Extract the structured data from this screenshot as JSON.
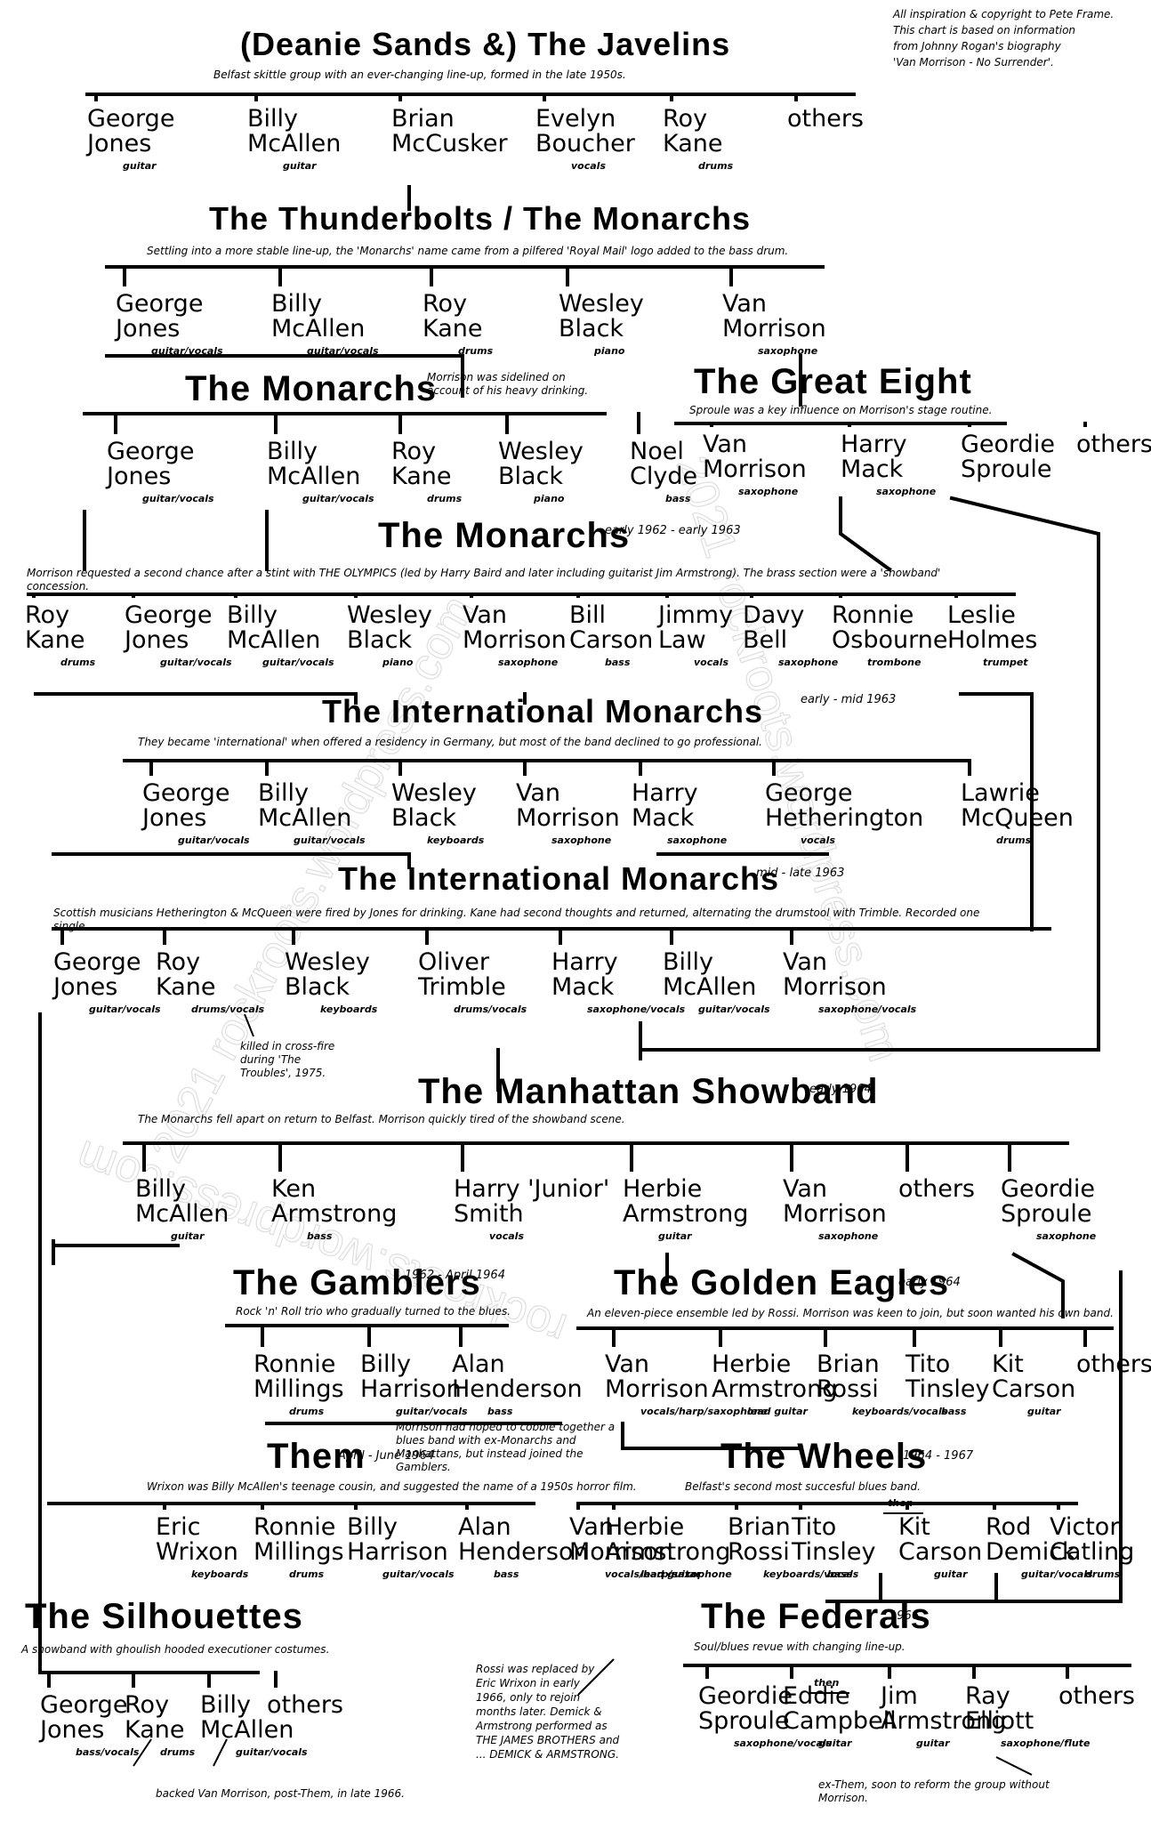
{
  "credit": [
    "All inspiration & copyright to Pete Frame.",
    "This chart is based on information",
    "from Johnny Rogan's biography",
    "'Van Morrison - No Surrender'."
  ],
  "watermark": {
    "text1": "2021 rockroots.wordpress.com",
    "text2": "rockroots.wordpress.com"
  },
  "sections": [
    {
      "id": "javelins",
      "title": "(Deanie Sands &) The Javelins",
      "desc": "Belfast skittle group with an ever-changing line-up, formed in the late 1950s.",
      "members": [
        {
          "l1": "George",
          "l2": "Jones",
          "inst": "guitar"
        },
        {
          "l1": "Billy",
          "l2": "McAllen",
          "inst": "guitar"
        },
        {
          "l1": "Brian",
          "l2": "McCusker",
          "inst": ""
        },
        {
          "l1": "Evelyn",
          "l2": "Boucher",
          "inst": "vocals"
        },
        {
          "l1": "Roy",
          "l2": "Kane",
          "inst": "drums"
        },
        {
          "l1": "others",
          "l2": "",
          "inst": ""
        }
      ]
    },
    {
      "id": "thunderbolts",
      "title": "The Thunderbolts / The Monarchs",
      "desc": "Settling into a more stable line-up, the 'Monarchs' name came from a pilfered 'Royal Mail' logo added to the bass drum.",
      "members": [
        {
          "l1": "George",
          "l2": "Jones",
          "inst": "guitar/vocals"
        },
        {
          "l1": "Billy",
          "l2": "McAllen",
          "inst": "guitar/vocals"
        },
        {
          "l1": "Roy",
          "l2": "Kane",
          "inst": "drums"
        },
        {
          "l1": "Wesley",
          "l2": "Black",
          "inst": "piano"
        },
        {
          "l1": "Van",
          "l2": "Morrison",
          "inst": "saxophone"
        }
      ]
    },
    {
      "id": "monarchs1",
      "title": "The Monarchs",
      "desc": "Morrison was sidelined on account of his heavy drinking.",
      "members": [
        {
          "l1": "George",
          "l2": "Jones",
          "inst": "guitar/vocals"
        },
        {
          "l1": "Billy",
          "l2": "McAllen",
          "inst": "guitar/vocals"
        },
        {
          "l1": "Roy",
          "l2": "Kane",
          "inst": "drums"
        },
        {
          "l1": "Wesley",
          "l2": "Black",
          "inst": "piano"
        },
        {
          "l1": "Noel",
          "l2": "Clyde",
          "inst": "bass"
        }
      ]
    },
    {
      "id": "greateight",
      "title": "The Great Eight",
      "desc": "Sproule was a key influence on Morrison's stage routine.",
      "members": [
        {
          "l1": "Van",
          "l2": "Morrison",
          "inst": "saxophone"
        },
        {
          "l1": "Harry",
          "l2": "Mack",
          "inst": "saxophone"
        },
        {
          "l1": "Geordie",
          "l2": "Sproule",
          "inst": ""
        },
        {
          "l1": "others",
          "l2": "",
          "inst": ""
        }
      ]
    },
    {
      "id": "monarchs2",
      "title": "The Monarchs",
      "date": "early 1962 - early 1963",
      "desc": "Morrison requested a second chance after a stint with THE OLYMPICS (led by Harry Baird and later including guitarist Jim Armstrong). The brass section were a 'showband' concession.",
      "members": [
        {
          "l1": "Roy",
          "l2": "Kane",
          "inst": "drums"
        },
        {
          "l1": "George",
          "l2": "Jones",
          "inst": "guitar/vocals"
        },
        {
          "l1": "Billy",
          "l2": "McAllen",
          "inst": "guitar/vocals"
        },
        {
          "l1": "Wesley",
          "l2": "Black",
          "inst": "piano"
        },
        {
          "l1": "Van",
          "l2": "Morrison",
          "inst": "saxophone"
        },
        {
          "l1": "Bill",
          "l2": "Carson",
          "inst": "bass"
        },
        {
          "l1": "Jimmy",
          "l2": "Law",
          "inst": "vocals"
        },
        {
          "l1": "Davy",
          "l2": "Bell",
          "inst": "saxophone"
        },
        {
          "l1": "Ronnie",
          "l2": "Osbourne",
          "inst": "trombone"
        },
        {
          "l1": "Leslie",
          "l2": "Holmes",
          "inst": "trumpet"
        }
      ]
    },
    {
      "id": "intl1",
      "title": "The International Monarchs",
      "date": "early - mid 1963",
      "desc": "They became 'international' when offered a residency in Germany, but most of the band declined to go professional.",
      "members": [
        {
          "l1": "George",
          "l2": "Jones",
          "inst": "guitar/vocals"
        },
        {
          "l1": "Billy",
          "l2": "McAllen",
          "inst": "guitar/vocals"
        },
        {
          "l1": "Wesley",
          "l2": "Black",
          "inst": "keyboards"
        },
        {
          "l1": "Van",
          "l2": "Morrison",
          "inst": "saxophone"
        },
        {
          "l1": "Harry",
          "l2": "Mack",
          "inst": "saxophone"
        },
        {
          "l1": "George",
          "l2": "Hetherington",
          "inst": "vocals"
        },
        {
          "l1": "Lawrie",
          "l2": "McQueen",
          "inst": "drums"
        }
      ]
    },
    {
      "id": "intl2",
      "title": "The International Monarchs",
      "date": "mid - late 1963",
      "desc": "Scottish musicians Hetherington & McQueen were fired by Jones for drinking. Kane had second thoughts and returned, alternating the drumstool with Trimble. Recorded one single.",
      "members": [
        {
          "l1": "George",
          "l2": "Jones",
          "inst": "guitar/vocals"
        },
        {
          "l1": "Roy",
          "l2": "Kane",
          "inst": "drums/vocals"
        },
        {
          "l1": "Wesley",
          "l2": "Black",
          "inst": "keyboards"
        },
        {
          "l1": "Oliver",
          "l2": "Trimble",
          "inst": "drums/vocals"
        },
        {
          "l1": "Harry",
          "l2": "Mack",
          "inst": "saxophone/vocals"
        },
        {
          "l1": "Billy",
          "l2": "McAllen",
          "inst": "guitar/vocals"
        },
        {
          "l1": "Van",
          "l2": "Morrison",
          "inst": "saxophone/vocals"
        }
      ],
      "note": "killed in cross-fire during 'The Troubles', 1975."
    },
    {
      "id": "manhattan",
      "title": "The Manhattan Showband",
      "date": "early 1964",
      "desc": "The Monarchs fell apart on return to Belfast. Morrison quickly tired of the showband scene.",
      "members": [
        {
          "l1": "Billy",
          "l2": "McAllen",
          "inst": "guitar"
        },
        {
          "l1": "Ken",
          "l2": "Armstrong",
          "inst": "bass"
        },
        {
          "l1": "Harry 'Junior'",
          "l2": "Smith",
          "inst": "vocals"
        },
        {
          "l1": "Herbie",
          "l2": "Armstrong",
          "inst": "guitar"
        },
        {
          "l1": "Van",
          "l2": "Morrison",
          "inst": "saxophone"
        },
        {
          "l1": "others",
          "l2": "",
          "inst": ""
        },
        {
          "l1": "Geordie",
          "l2": "Sproule",
          "inst": "saxophone"
        }
      ]
    },
    {
      "id": "gamblers",
      "title": "The Gamblers",
      "date": "1962 - April 1964",
      "desc": "Rock 'n' Roll trio who gradually turned to the blues.",
      "members": [
        {
          "l1": "Ronnie",
          "l2": "Millings",
          "inst": "drums"
        },
        {
          "l1": "Billy",
          "l2": "Harrison",
          "inst": "guitar/vocals"
        },
        {
          "l1": "Alan",
          "l2": "Henderson",
          "inst": "bass"
        }
      ]
    },
    {
      "id": "goldeneagles",
      "title": "The Golden Eagles",
      "date": "early 1964",
      "desc": "An eleven-piece ensemble led by Rossi. Morrison was keen to join, but soon wanted his own band.",
      "members": [
        {
          "l1": "Van",
          "l2": "Morrison",
          "inst": "vocals/harp/saxophone"
        },
        {
          "l1": "Herbie",
          "l2": "Armstrong",
          "inst": "lead guitar"
        },
        {
          "l1": "Brian",
          "l2": "Rossi",
          "inst": "keyboards/vocals"
        },
        {
          "l1": "Tito",
          "l2": "Tinsley",
          "inst": "bass"
        },
        {
          "l1": "Kit",
          "l2": "Carson",
          "inst": "guitar"
        },
        {
          "l1": "others",
          "l2": "",
          "inst": ""
        }
      ]
    },
    {
      "id": "them",
      "title": "Them",
      "date": "April - June 1964",
      "desc": "Wrixon was Billy McAllen's teenage cousin, and suggested the name of a 1950s horror film.",
      "note": "Morrison had hoped to cobble together a blues band with ex-Monarchs and Manhattans, but instead joined the Gamblers.",
      "members": [
        {
          "l1": "Eric",
          "l2": "Wrixon",
          "inst": "keyboards"
        },
        {
          "l1": "Ronnie",
          "l2": "Millings",
          "inst": "drums"
        },
        {
          "l1": "Billy",
          "l2": "Harrison",
          "inst": "guitar/vocals"
        },
        {
          "l1": "Alan",
          "l2": "Henderson",
          "inst": "bass"
        },
        {
          "l1": "Van",
          "l2": "Morrison",
          "inst": "vocals/harp/saxophone"
        }
      ]
    },
    {
      "id": "wheels",
      "title": "The Wheels",
      "date": "1964 - 1967",
      "desc": "Belfast's second most succesful blues band.",
      "then": "then",
      "members": [
        {
          "l1": "Herbie",
          "l2": "Armstrong",
          "inst": "lead guitar"
        },
        {
          "l1": "Brian",
          "l2": "Rossi",
          "inst": "keyboards/vocals"
        },
        {
          "l1": "Tito",
          "l2": "Tinsley",
          "inst": "bass"
        },
        {
          "l1": "Kit",
          "l2": "Carson",
          "inst": "guitar"
        },
        {
          "l1": "Rod",
          "l2": "Demick",
          "inst": "guitar/vocals"
        },
        {
          "l1": "Victor",
          "l2": "Catling",
          "inst": "drums"
        }
      ]
    },
    {
      "id": "silhouettes",
      "title": "The Silhouettes",
      "desc": "A showband with ghoulish hooded executioner costumes.",
      "note": "backed Van Morrison, post-Them, in late 1966.",
      "members": [
        {
          "l1": "George",
          "l2": "Jones",
          "inst": "bass/vocals"
        },
        {
          "l1": "Roy",
          "l2": "Kane",
          "inst": "drums"
        },
        {
          "l1": "Billy",
          "l2": "McAllen",
          "inst": "guitar/vocals"
        },
        {
          "l1": "others",
          "l2": "",
          "inst": ""
        }
      ]
    },
    {
      "id": "federals",
      "title": "The Federals",
      "date": "1966",
      "desc": "Soul/blues revue with changing line-up.",
      "then": "then",
      "note": "ex-Them, soon to reform the group without Morrison.",
      "members": [
        {
          "l1": "Geordie",
          "l2": "Sproule",
          "inst": "saxophone/vocals"
        },
        {
          "l1": "Eddie",
          "l2": "Campbell",
          "inst": "guitar"
        },
        {
          "l1": "Jim",
          "l2": "Armstrong",
          "inst": "guitar"
        },
        {
          "l1": "Ray",
          "l2": "Elliott",
          "inst": "saxophone/flute"
        },
        {
          "l1": "others",
          "l2": "",
          "inst": ""
        }
      ]
    }
  ],
  "rossi_note": "Rossi was replaced by Eric Wrixon in early 1966, only to rejoin months later. Demick & Armstrong performed as THE JAMES BROTHERS and ... DEMICK & ARMSTRONG."
}
